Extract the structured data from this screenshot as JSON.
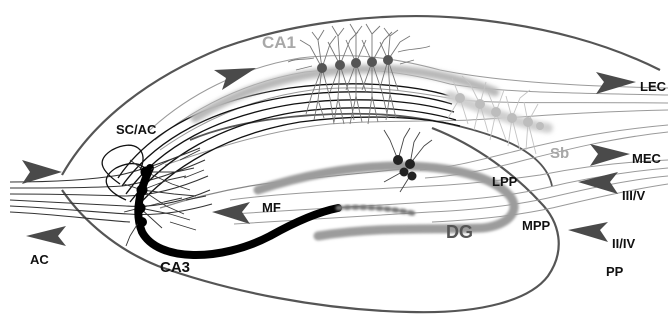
{
  "labels": {
    "ca1": "CA1",
    "sc_ac": "SC/AC",
    "sb": "Sb",
    "lec": "LEC",
    "mec": "MEC",
    "lpp": "LPP",
    "mpp": "MPP",
    "layer_3_5": "III/V",
    "layer_2_4": "II/IV",
    "pp": "PP",
    "mf": "MF",
    "dg": "DG",
    "ca3": "CA3",
    "ac": "AC"
  },
  "colors": {
    "outline": "#555555",
    "fiber": "#111111",
    "fiber_light": "#9a9a9a",
    "ca1_layer": "#b8b8b8",
    "dg_layer": "#9c9c9c",
    "ca3_layer": "#000000",
    "arrow_fill": "#4a4a4a",
    "label_dark": "#111111",
    "label_gray": "#a8a8a8"
  }
}
